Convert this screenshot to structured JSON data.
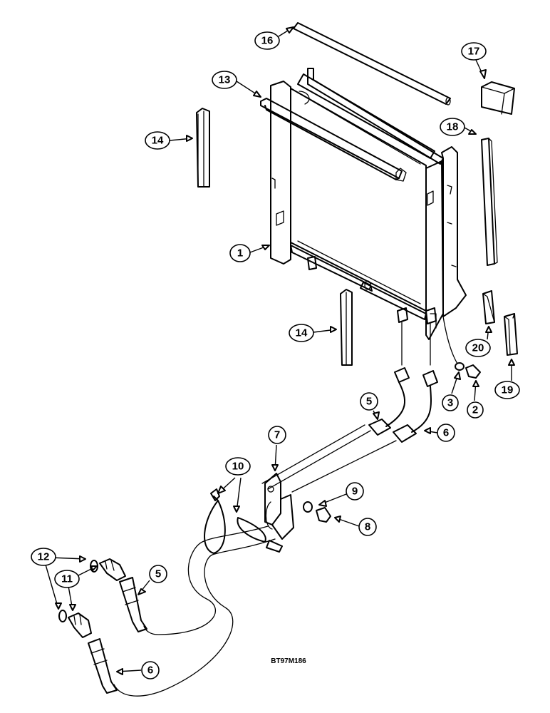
{
  "callouts": [
    {
      "id": "c16",
      "label": "16"
    },
    {
      "id": "c17",
      "label": "17"
    },
    {
      "id": "c13",
      "label": "13"
    },
    {
      "id": "c18",
      "label": "18"
    },
    {
      "id": "c14a",
      "label": "14"
    },
    {
      "id": "c1",
      "label": "1"
    },
    {
      "id": "c14b",
      "label": "14"
    },
    {
      "id": "c20",
      "label": "20"
    },
    {
      "id": "c3",
      "label": "3"
    },
    {
      "id": "c2",
      "label": "2"
    },
    {
      "id": "c19",
      "label": "19"
    },
    {
      "id": "c5a",
      "label": "5"
    },
    {
      "id": "c6a",
      "label": "6"
    },
    {
      "id": "c7",
      "label": "7"
    },
    {
      "id": "c10",
      "label": "10"
    },
    {
      "id": "c9",
      "label": "9"
    },
    {
      "id": "c8",
      "label": "8"
    },
    {
      "id": "c12",
      "label": "12"
    },
    {
      "id": "c11",
      "label": "11"
    },
    {
      "id": "c5b",
      "label": "5"
    },
    {
      "id": "c6b",
      "label": "6"
    }
  ],
  "drawing_code": "BT97M186",
  "colors": {
    "line": "#000000",
    "background": "#ffffff"
  }
}
